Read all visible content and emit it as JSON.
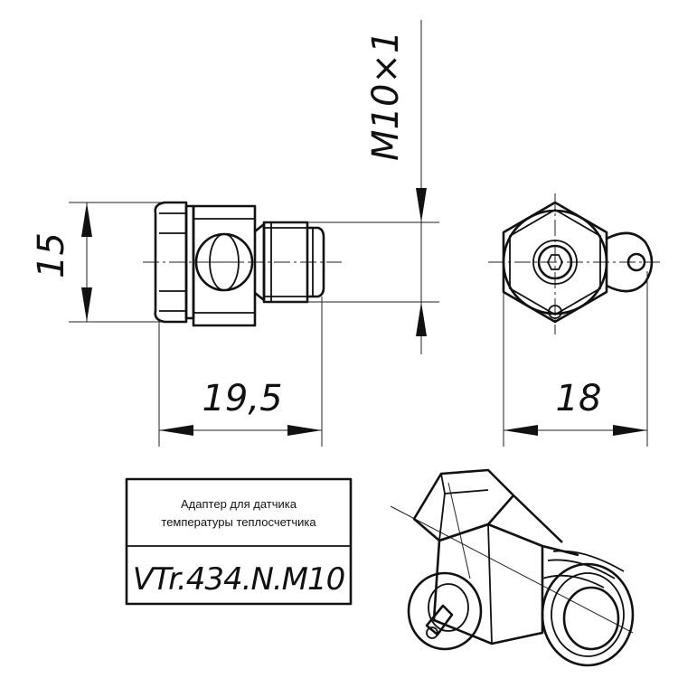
{
  "dimensions": {
    "thread": "M10×1",
    "height": "15",
    "length": "19,5",
    "width": "18"
  },
  "title_block": {
    "line1": "Адаптер для датчика",
    "line2": "температуры теплосчетчика",
    "code": "VTr.434.N.M10"
  },
  "colors": {
    "line": "#111111",
    "background": "#ffffff"
  }
}
